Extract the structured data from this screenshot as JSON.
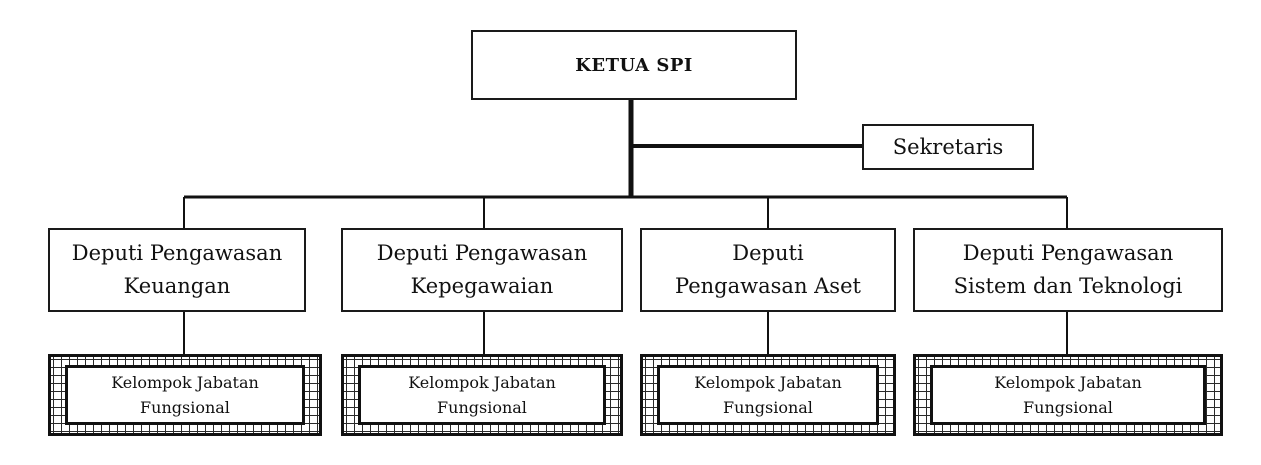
{
  "chart": {
    "head": "KETUA SPI",
    "secretary": "Sekretaris",
    "deputies": [
      {
        "line1": "Deputi Pengawasan",
        "line2": "Keuangan"
      },
      {
        "line1": "Deputi Pengawasan",
        "line2": "Kepegawaian"
      },
      {
        "line1": "Deputi",
        "line2": "Pengawasan Aset"
      },
      {
        "line1": "Deputi Pengawasan",
        "line2": "Sistem dan Teknologi"
      }
    ],
    "functional_groups": [
      {
        "line1": "Kelompok Jabatan",
        "line2": "Fungsional"
      },
      {
        "line1": "Kelompok Jabatan",
        "line2": "Fungsional"
      },
      {
        "line1": "Kelompok Jabatan",
        "line2": "Fungsional"
      },
      {
        "line1": "Kelompok Jabatan",
        "line2": "Fungsional"
      }
    ]
  }
}
